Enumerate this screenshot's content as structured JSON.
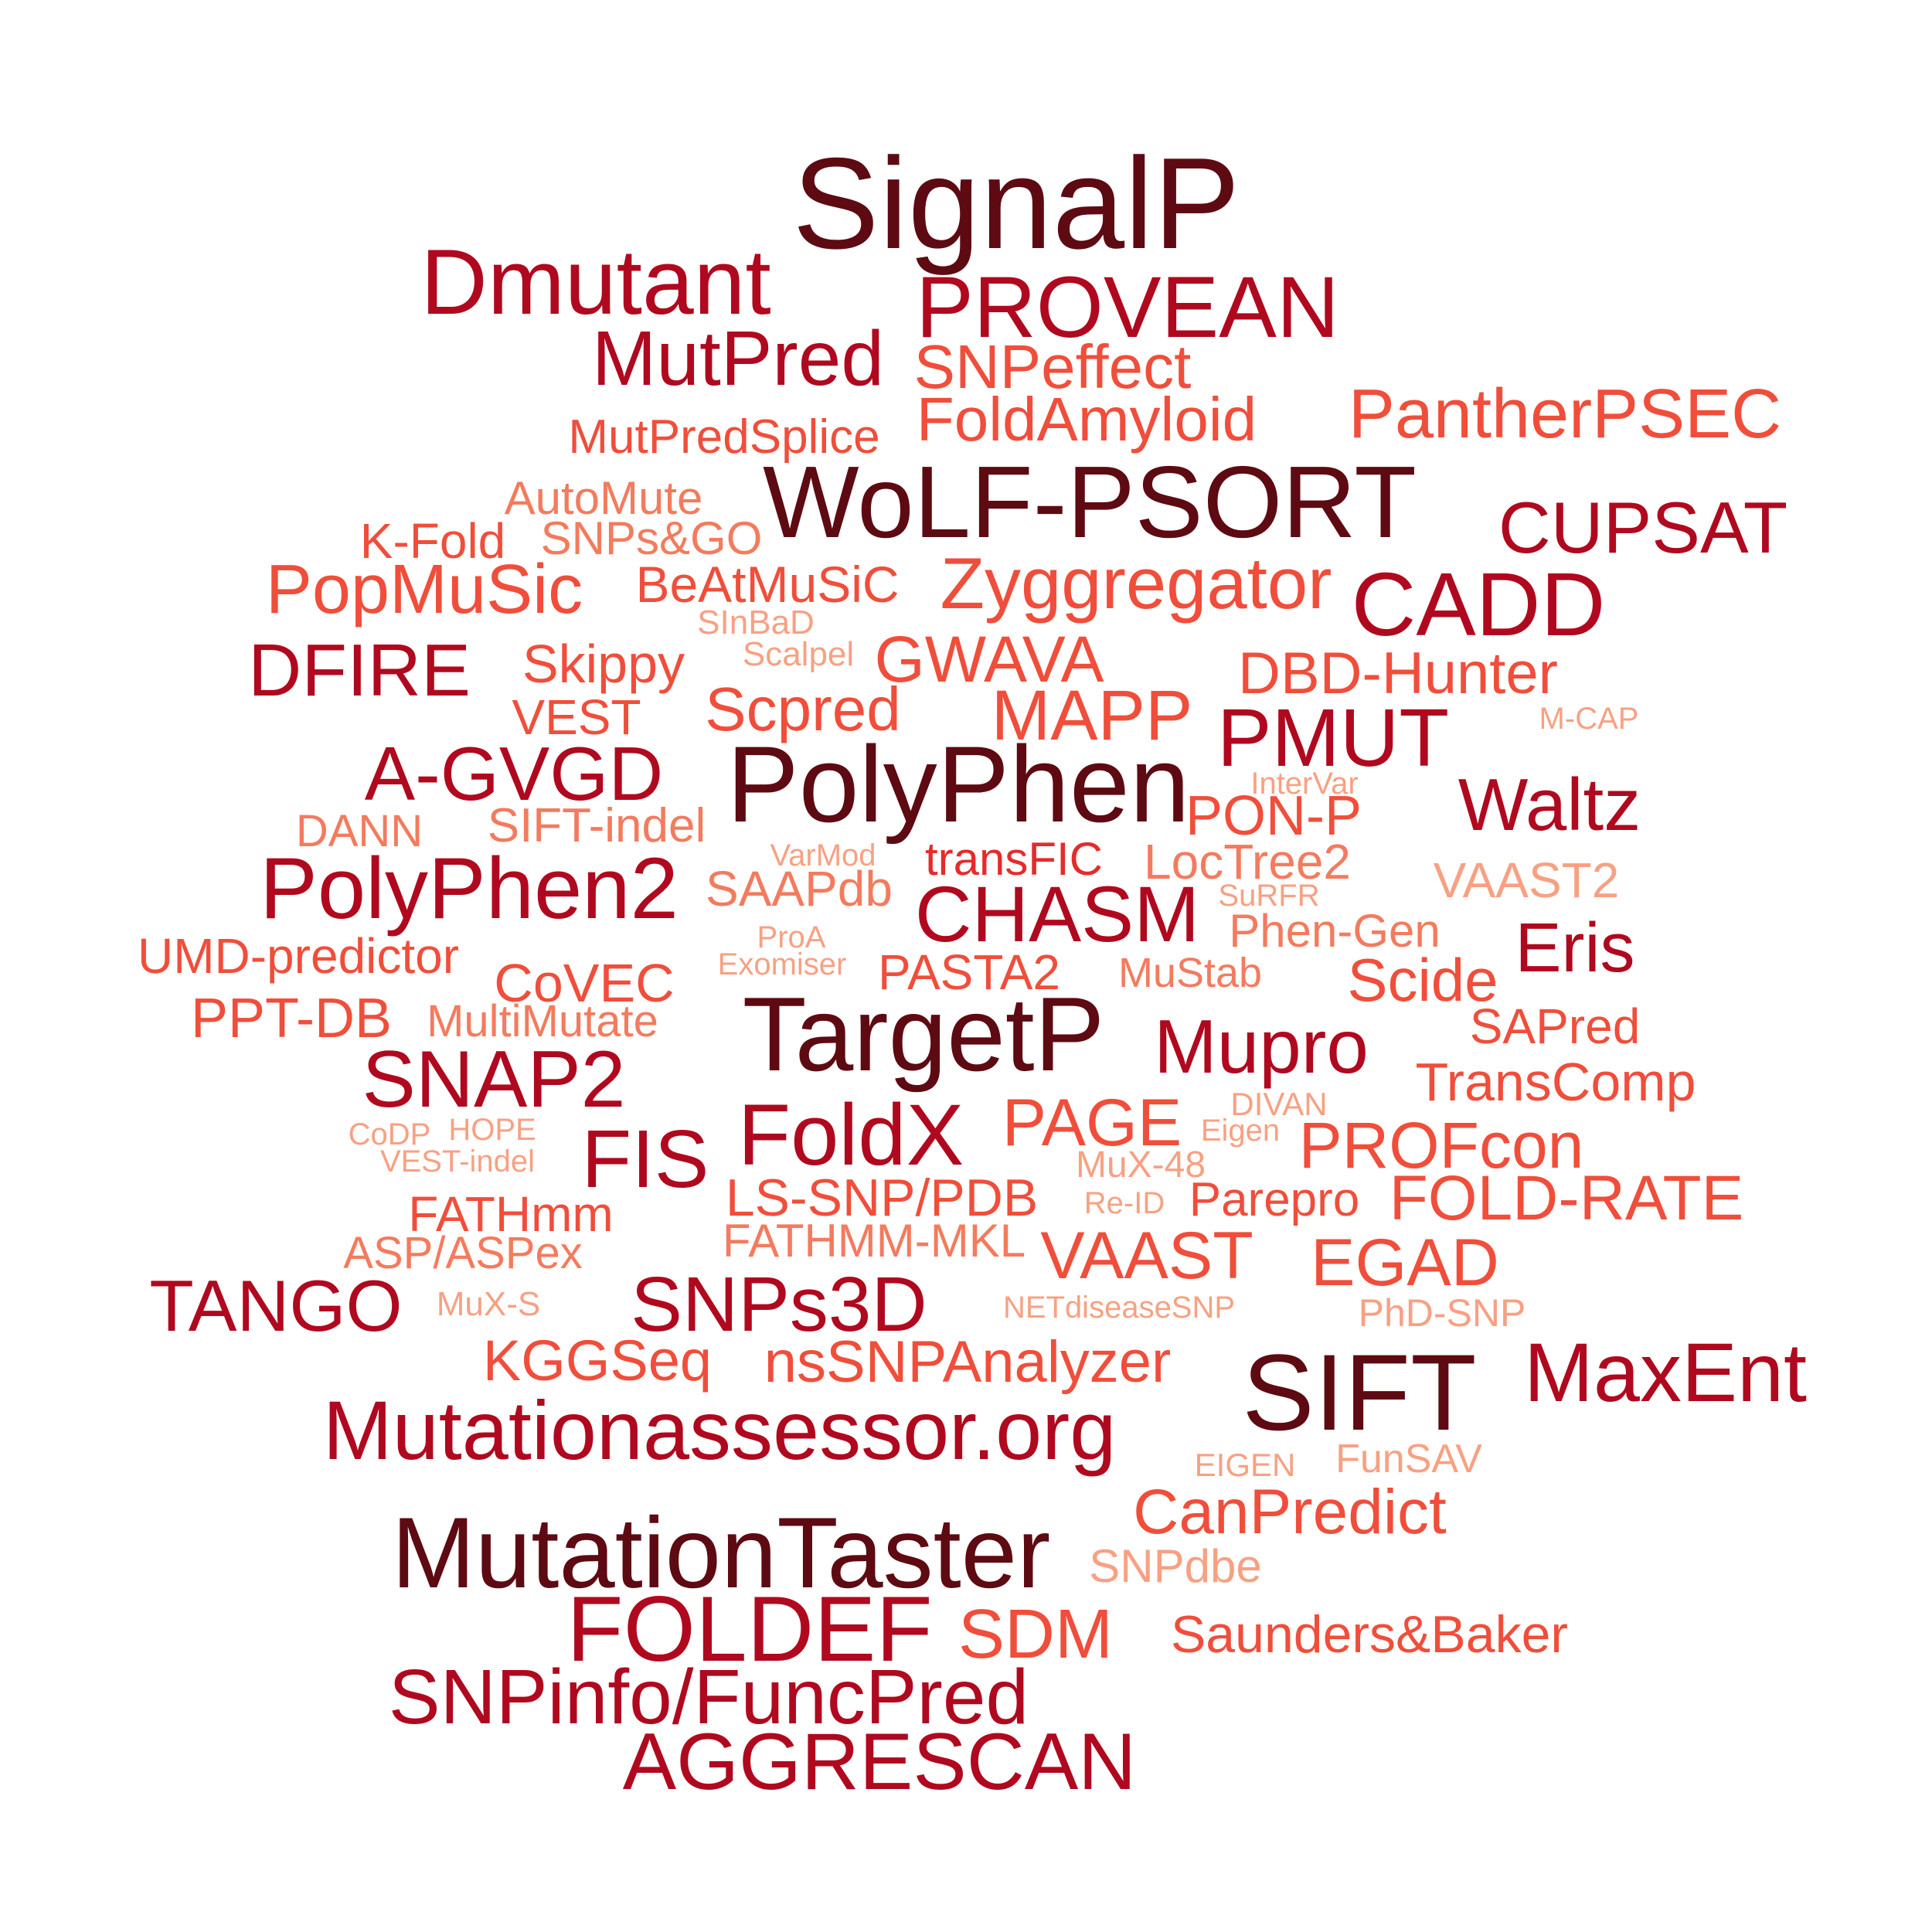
{
  "palette": {
    "darkest": "#5e0a12",
    "dark": "#b0091f",
    "mid": "#e52b2b",
    "light": "#f04e3b",
    "lighter": "#f37b5e",
    "lightest": "#f7a183"
  },
  "words": [
    {
      "text": "SignalP",
      "color": "#5e0a12"
    },
    {
      "text": "Dmutant",
      "color": "#b0091f"
    },
    {
      "text": "PROVEAN",
      "color": "#b0091f"
    },
    {
      "text": "MutPred",
      "color": "#b0091f"
    },
    {
      "text": "SNPeffect",
      "color": "#f04e3b"
    },
    {
      "text": "FoldAmyloid",
      "color": "#f04e3b"
    },
    {
      "text": "PantherPSEC",
      "color": "#f04e3b"
    },
    {
      "text": "MutPredSplice",
      "color": "#f04e3b"
    },
    {
      "text": "WoLF-PSORT",
      "color": "#5e0a12"
    },
    {
      "text": "AutoMute",
      "color": "#f37b5e"
    },
    {
      "text": "CUPSAT",
      "color": "#b0091f"
    },
    {
      "text": "K-Fold",
      "color": "#f04e3b"
    },
    {
      "text": "SNPs&GO",
      "color": "#f37b5e"
    },
    {
      "text": "PopMuSic",
      "color": "#f04e3b"
    },
    {
      "text": "BeAtMuSiC",
      "color": "#f04e3b"
    },
    {
      "text": "Zyggregator",
      "color": "#f04e3b"
    },
    {
      "text": "CADD",
      "color": "#b0091f"
    },
    {
      "text": "SInBaD",
      "color": "#f7a183"
    },
    {
      "text": "DFIRE",
      "color": "#b0091f"
    },
    {
      "text": "Skippy",
      "color": "#f04e3b"
    },
    {
      "text": "Scalpel",
      "color": "#f7a183"
    },
    {
      "text": "GWAVA",
      "color": "#f04e3b"
    },
    {
      "text": "DBD-Hunter",
      "color": "#f04e3b"
    },
    {
      "text": "VEST",
      "color": "#f04e3b"
    },
    {
      "text": "Scpred",
      "color": "#f04e3b"
    },
    {
      "text": "MAPP",
      "color": "#f04e3b"
    },
    {
      "text": "PMUT",
      "color": "#b0091f"
    },
    {
      "text": "M-CAP",
      "color": "#f7a183"
    },
    {
      "text": "A-GVGD",
      "color": "#b0091f"
    },
    {
      "text": "PolyPhen",
      "color": "#5e0a12"
    },
    {
      "text": "InterVar",
      "color": "#f7a183"
    },
    {
      "text": "Waltz",
      "color": "#b0091f"
    },
    {
      "text": "DANN",
      "color": "#f37b5e"
    },
    {
      "text": "SIFT-indel",
      "color": "#f37b5e"
    },
    {
      "text": "PON-P",
      "color": "#f04e3b"
    },
    {
      "text": "VarMod",
      "color": "#f7a183"
    },
    {
      "text": "transFIC",
      "color": "#e52b2b"
    },
    {
      "text": "LocTree2",
      "color": "#f37b5e"
    },
    {
      "text": "PolyPhen2",
      "color": "#b0091f"
    },
    {
      "text": "SAAPdb",
      "color": "#f37b5e"
    },
    {
      "text": "SuRFR",
      "color": "#f7a183"
    },
    {
      "text": "VAAST2",
      "color": "#f7a183"
    },
    {
      "text": "CHASM",
      "color": "#b0091f"
    },
    {
      "text": "ProA",
      "color": "#f7a183"
    },
    {
      "text": "Phen-Gen",
      "color": "#f37b5e"
    },
    {
      "text": "Eris",
      "color": "#b0091f"
    },
    {
      "text": "UMD-predictor",
      "color": "#f04e3b"
    },
    {
      "text": "Exomiser",
      "color": "#f7a183"
    },
    {
      "text": "PASTA2",
      "color": "#f04e3b"
    },
    {
      "text": "MuStab",
      "color": "#f37b5e"
    },
    {
      "text": "CoVEC",
      "color": "#f04e3b"
    },
    {
      "text": "Scide",
      "color": "#f04e3b"
    },
    {
      "text": "PPT-DB",
      "color": "#f04e3b"
    },
    {
      "text": "MultiMutate",
      "color": "#f37b5e"
    },
    {
      "text": "TargetP",
      "color": "#5e0a12"
    },
    {
      "text": "Mupro",
      "color": "#b0091f"
    },
    {
      "text": "SAPred",
      "color": "#f04e3b"
    },
    {
      "text": "SNAP2",
      "color": "#b0091f"
    },
    {
      "text": "TransComp",
      "color": "#f04e3b"
    },
    {
      "text": "DIVAN",
      "color": "#f7a183"
    },
    {
      "text": "FoldX",
      "color": "#b0091f"
    },
    {
      "text": "PAGE",
      "color": "#f04e3b"
    },
    {
      "text": "CoDP",
      "color": "#f7a183"
    },
    {
      "text": "HOPE",
      "color": "#f7a183"
    },
    {
      "text": "Eigen",
      "color": "#f7a183"
    },
    {
      "text": "FIS",
      "color": "#b0091f"
    },
    {
      "text": "PROFcon",
      "color": "#f04e3b"
    },
    {
      "text": "VEST-indel",
      "color": "#f7a183"
    },
    {
      "text": "MuX-48",
      "color": "#f7a183"
    },
    {
      "text": "LS-SNP/PDB",
      "color": "#f04e3b"
    },
    {
      "text": "FATHmm",
      "color": "#f04e3b"
    },
    {
      "text": "Re-ID",
      "color": "#f7a183"
    },
    {
      "text": "Parepro",
      "color": "#f04e3b"
    },
    {
      "text": "FOLD-RATE",
      "color": "#f04e3b"
    },
    {
      "text": "FATHMM-MKL",
      "color": "#f37b5e"
    },
    {
      "text": "ASP/ASPex",
      "color": "#f37b5e"
    },
    {
      "text": "VAAST",
      "color": "#f04e3b"
    },
    {
      "text": "EGAD",
      "color": "#f04e3b"
    },
    {
      "text": "TANGO",
      "color": "#b0091f"
    },
    {
      "text": "SNPs3D",
      "color": "#b0091f"
    },
    {
      "text": "MuX-S",
      "color": "#f7a183"
    },
    {
      "text": "NETdiseaseSNP",
      "color": "#f7a183"
    },
    {
      "text": "PhD-SNP",
      "color": "#f7a183"
    },
    {
      "text": "KGGSeq",
      "color": "#f04e3b"
    },
    {
      "text": "nsSNPAnalyzer",
      "color": "#f04e3b"
    },
    {
      "text": "SIFT",
      "color": "#5e0a12"
    },
    {
      "text": "MaxEnt",
      "color": "#b0091f"
    },
    {
      "text": "Mutationassessor.org",
      "color": "#b0091f"
    },
    {
      "text": "EIGEN",
      "color": "#f7a183"
    },
    {
      "text": "FunSAV",
      "color": "#f7a183"
    },
    {
      "text": "CanPredict",
      "color": "#f04e3b"
    },
    {
      "text": "MutationTaster",
      "color": "#5e0a12"
    },
    {
      "text": "SNPdbe",
      "color": "#f7a183"
    },
    {
      "text": "FOLDEF",
      "color": "#b0091f"
    },
    {
      "text": "SDM",
      "color": "#f04e3b"
    },
    {
      "text": "Saunders&Baker",
      "color": "#f04e3b"
    },
    {
      "text": "SNPinfo/FuncPred",
      "color": "#b0091f"
    },
    {
      "text": "AGGRESCAN",
      "color": "#b0091f"
    }
  ]
}
